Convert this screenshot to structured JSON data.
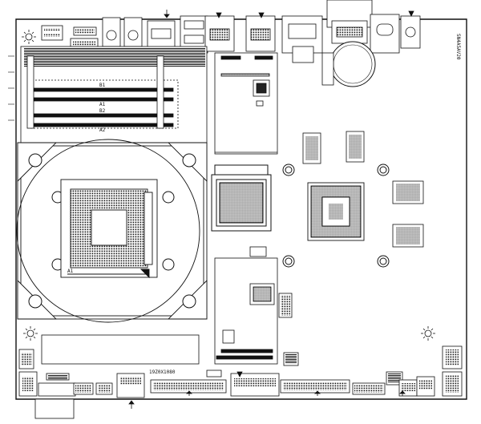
{
  "board": {
    "model_label": "SN4A5AV20",
    "part_number": "19Z0X1080",
    "colors": {
      "line": "#111111",
      "fill": "#ffffff",
      "slot": "#111111",
      "dark": "#222222"
    }
  },
  "markings": {
    "dimm_upper_a": "B1",
    "dimm_upper_b": "A1",
    "dimm_lower_a": "B2",
    "dimm_lower_b": "A2",
    "socket_pin": "A1"
  },
  "icons": [
    "fan-header-icon",
    "fan-header-icon",
    "fan-header-icon",
    "arrow-icon"
  ]
}
